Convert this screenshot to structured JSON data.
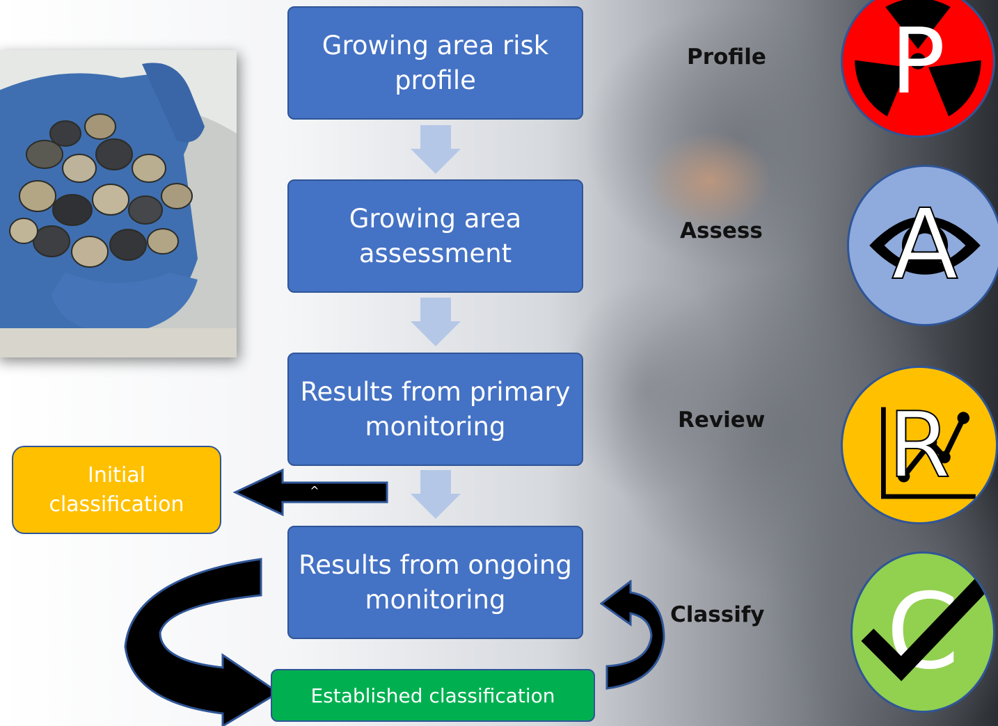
{
  "flow_steps": [
    {
      "label": "Growing area risk profile"
    },
    {
      "label": "Growing area assessment"
    },
    {
      "label": "Results from primary monitoring"
    },
    {
      "label": "Results from ongoing monitoring"
    }
  ],
  "stages": [
    {
      "label": "Profile",
      "letter": "P",
      "color": "#ff0000",
      "icon": "radiation-icon"
    },
    {
      "label": "Assess",
      "letter": "A",
      "color": "#8faadc",
      "icon": "eye-icon"
    },
    {
      "label": "Review",
      "letter": "R",
      "color": "#ffc000",
      "icon": "line-chart-icon"
    },
    {
      "label": "Classify",
      "letter": "C",
      "color": "#92d050",
      "icon": "checkmark-icon"
    }
  ],
  "initial_classification": {
    "label": "Initial classification",
    "color": "#ffc000"
  },
  "established_classification": {
    "label": "Established  classification",
    "color": "#00b050"
  },
  "arrow_caret": "^",
  "colors": {
    "process_box": "#4472c4",
    "process_border": "#2f5597",
    "down_arrow": "#b4c7e7"
  }
}
